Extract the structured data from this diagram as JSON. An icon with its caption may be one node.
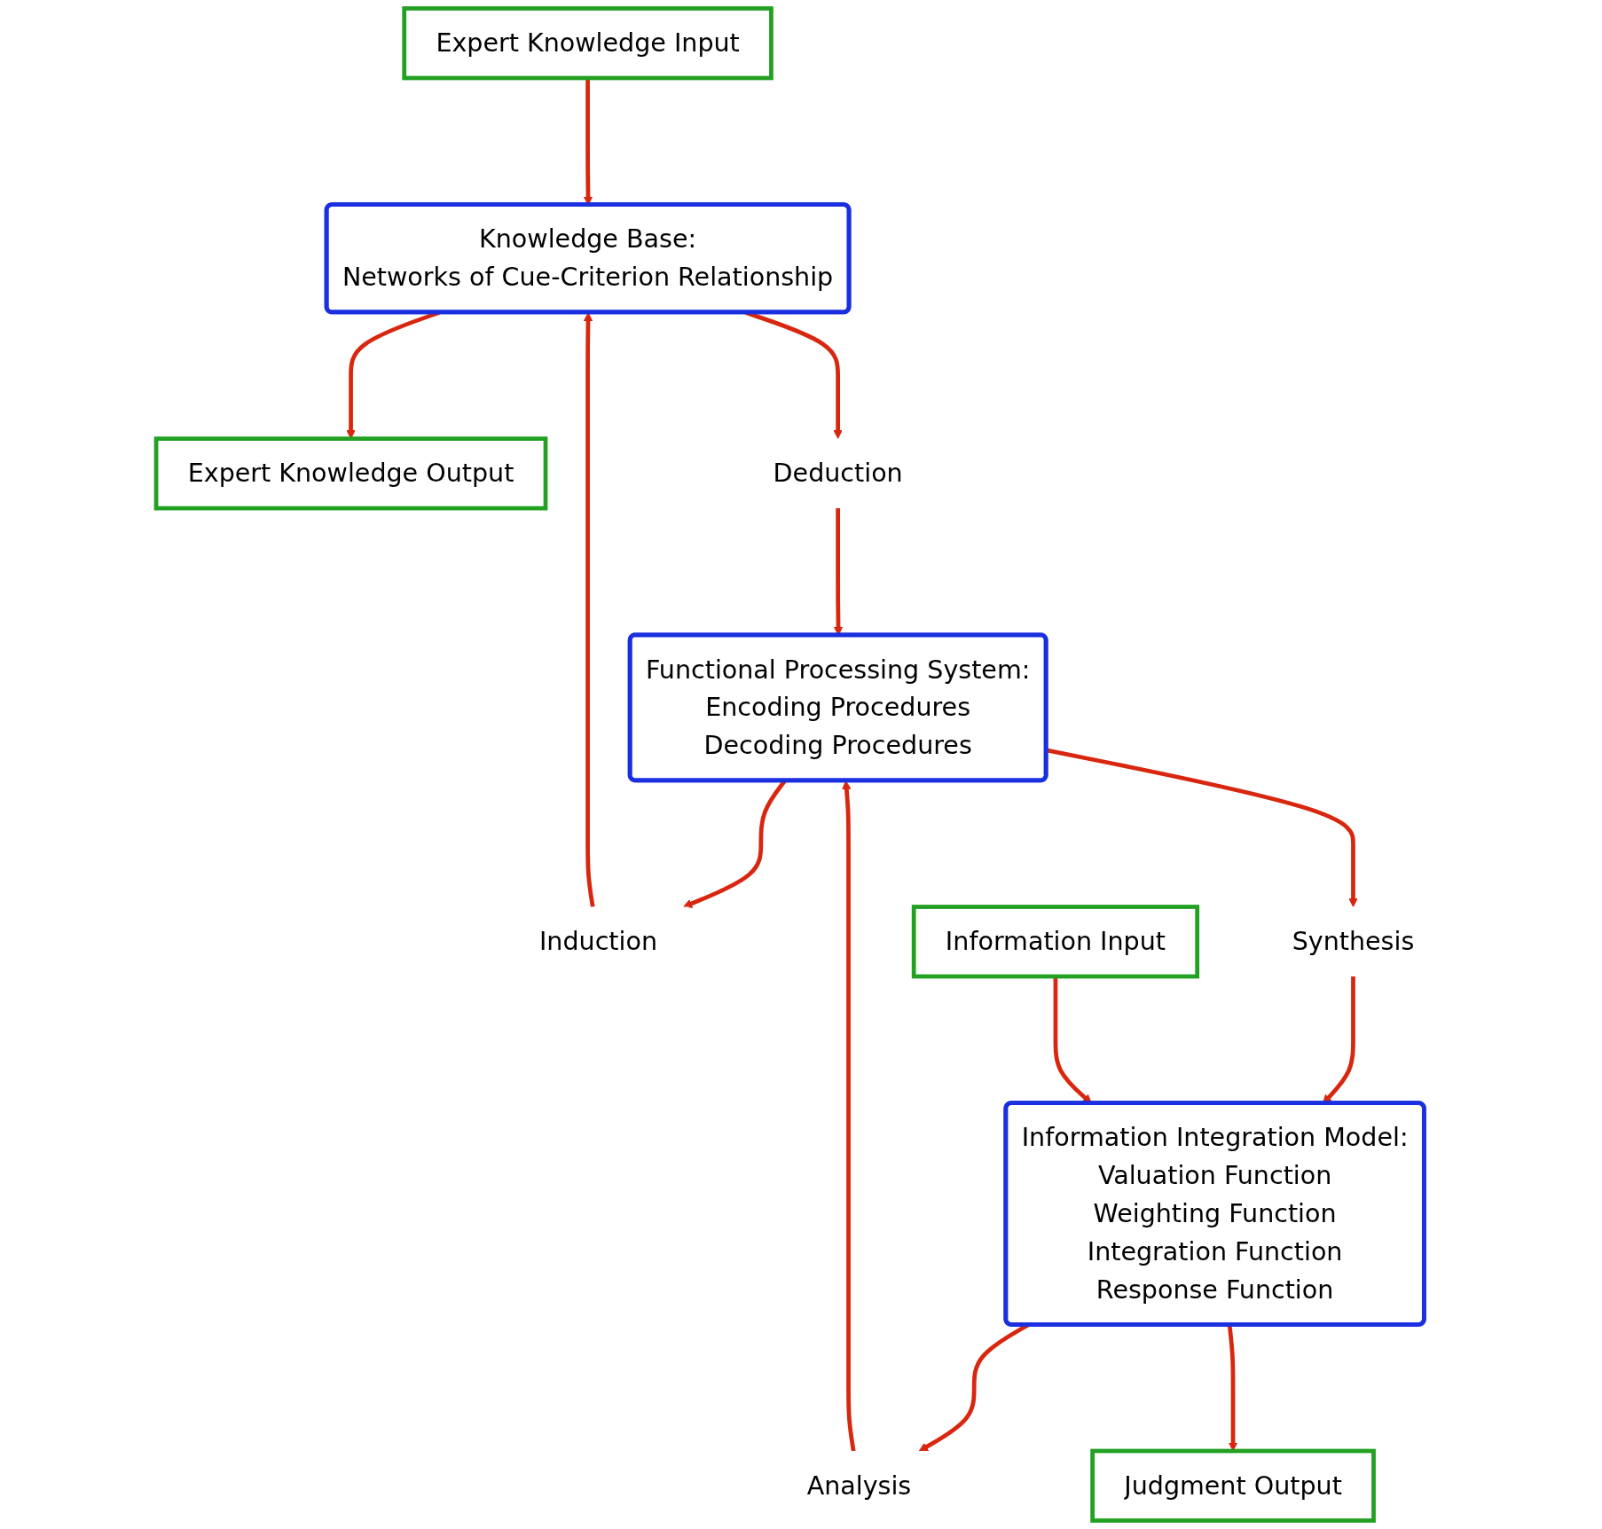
{
  "diagram": {
    "nodes": [
      {
        "text": [
          "Expert Knowledge Input"
        ]
      },
      {
        "text": [
          "Knowledge Base:",
          "Networks of Cue-Criterion Relationship"
        ]
      },
      {
        "text": [
          "Expert Knowledge Output"
        ]
      },
      {
        "text": [
          "Deduction"
        ]
      },
      {
        "text": [
          "Induction"
        ]
      },
      {
        "text": [
          "Functional Processing System:",
          "Encoding Procedures",
          "Decoding Procedures"
        ]
      },
      {
        "text": [
          "Synthesis"
        ]
      },
      {
        "text": [
          "Analysis"
        ]
      },
      {
        "text": [
          "Information Integration Model:",
          "Valuation Function",
          "Weighting Function",
          "Integration Function",
          "Response Function"
        ]
      },
      {
        "text": [
          "Information Input"
        ]
      },
      {
        "text": [
          "Judgment Output"
        ]
      }
    ],
    "edges": [
      {
        "from": 0,
        "to": 1,
        "arrow": "to"
      },
      {
        "from": 1,
        "to": 2,
        "arrow": "to"
      },
      {
        "from": 1,
        "to": 3,
        "arrow": "to"
      },
      {
        "from": 4,
        "to": 1,
        "arrow": "to"
      },
      {
        "from": 3,
        "to": 5,
        "arrow": "to"
      },
      {
        "from": 5,
        "to": 4,
        "arrow": "to"
      },
      {
        "from": 5,
        "to": 6,
        "arrow": "to"
      },
      {
        "from": 7,
        "to": 5,
        "arrow": "to"
      },
      {
        "from": 6,
        "to": 8,
        "arrow": "to"
      },
      {
        "from": 8,
        "to": 7,
        "arrow": "to"
      },
      {
        "from": 9,
        "to": 8,
        "arrow": "to"
      },
      {
        "from": 8,
        "to": 10,
        "arrow": "to"
      }
    ]
  }
}
